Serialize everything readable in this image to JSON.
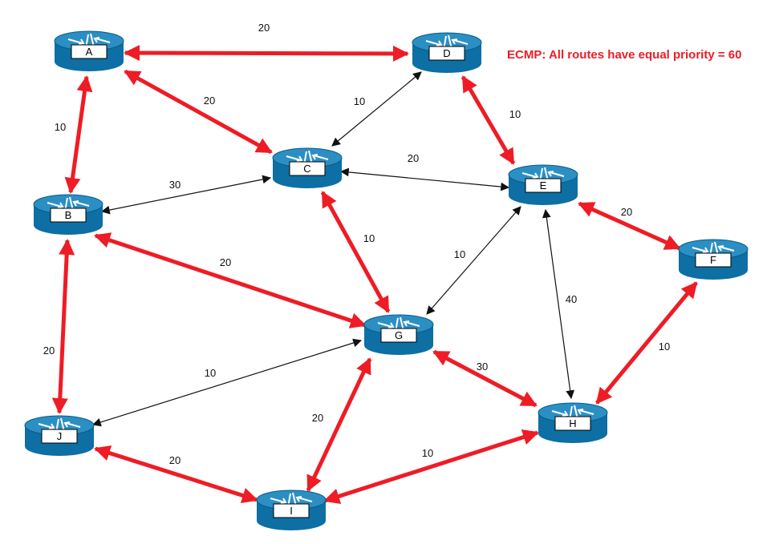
{
  "note": {
    "text": "ECMP: All routes have equal priority = 60",
    "color": "#ee1c25"
  },
  "colors": {
    "path": "#ee1c25",
    "link": "#111111",
    "router_body": "#0d6fa3",
    "router_top": "#2b8fc4",
    "router_icon": "#ffffff"
  },
  "routers": [
    {
      "id": "A",
      "label": "A"
    },
    {
      "id": "B",
      "label": "B"
    },
    {
      "id": "C",
      "label": "C"
    },
    {
      "id": "D",
      "label": "D"
    },
    {
      "id": "E",
      "label": "E"
    },
    {
      "id": "F",
      "label": "F"
    },
    {
      "id": "G",
      "label": "G"
    },
    {
      "id": "H",
      "label": "H"
    },
    {
      "id": "I",
      "label": "I"
    },
    {
      "id": "J",
      "label": "J"
    }
  ],
  "links": [
    {
      "from": "A",
      "to": "D",
      "cost": "20",
      "highlighted": true,
      "dir": "to"
    },
    {
      "from": "A",
      "to": "C",
      "cost": "20",
      "highlighted": true,
      "dir": "to"
    },
    {
      "from": "A",
      "to": "B",
      "cost": "10",
      "highlighted": true,
      "dir": "to"
    },
    {
      "from": "D",
      "to": "C",
      "cost": "10",
      "highlighted": false,
      "dir": "both"
    },
    {
      "from": "D",
      "to": "E",
      "cost": "10",
      "highlighted": true,
      "dir": "to"
    },
    {
      "from": "C",
      "to": "E",
      "cost": "20",
      "highlighted": false,
      "dir": "both"
    },
    {
      "from": "C",
      "to": "B",
      "cost": "30",
      "highlighted": false,
      "dir": "both"
    },
    {
      "from": "C",
      "to": "G",
      "cost": "10",
      "highlighted": true,
      "dir": "to"
    },
    {
      "from": "B",
      "to": "G",
      "cost": "20",
      "highlighted": true,
      "dir": "to"
    },
    {
      "from": "E",
      "to": "G",
      "cost": "10",
      "highlighted": false,
      "dir": "both"
    },
    {
      "from": "E",
      "to": "F",
      "cost": "20",
      "highlighted": true,
      "dir": "to"
    },
    {
      "from": "E",
      "to": "H",
      "cost": "40",
      "highlighted": false,
      "dir": "both"
    },
    {
      "from": "F",
      "to": "H",
      "cost": "10",
      "highlighted": true,
      "dir": "to"
    },
    {
      "from": "B",
      "to": "J",
      "cost": "20",
      "highlighted": true,
      "dir": "to"
    },
    {
      "from": "G",
      "to": "J",
      "cost": "10",
      "highlighted": false,
      "dir": "both"
    },
    {
      "from": "G",
      "to": "H",
      "cost": "30",
      "highlighted": true,
      "dir": "to"
    },
    {
      "from": "G",
      "to": "I",
      "cost": "20",
      "highlighted": true,
      "dir": "to"
    },
    {
      "from": "J",
      "to": "I",
      "cost": "20",
      "highlighted": true,
      "dir": "to"
    },
    {
      "from": "I",
      "to": "H",
      "cost": "10",
      "highlighted": true,
      "dir": "to"
    }
  ]
}
